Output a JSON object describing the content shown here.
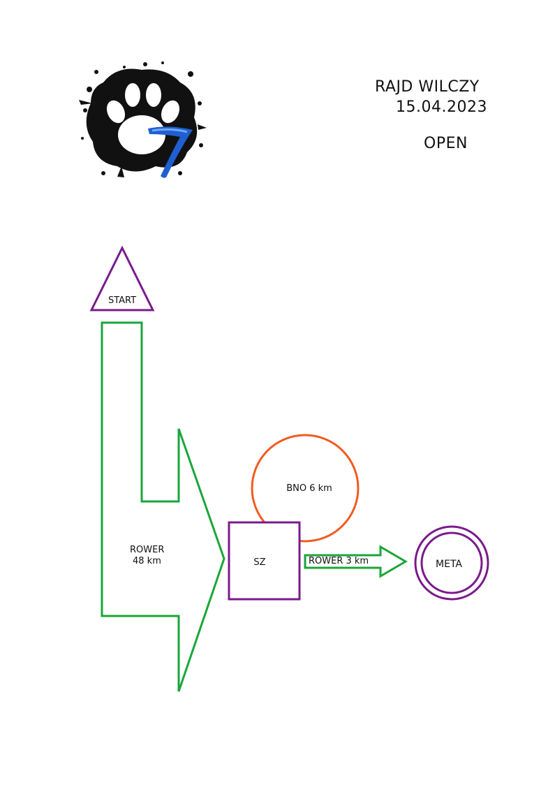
{
  "header": {
    "title": "RAJD WILCZY",
    "date": "15.04.2023",
    "category": "OPEN"
  },
  "logo": {
    "icon": "wolf-paw-logo-icon",
    "numeral": "7",
    "colors": {
      "splatter": "#111111",
      "accent": "#1f5fd0"
    }
  },
  "diagram": {
    "nodes": {
      "start": "START",
      "transition": "SZ",
      "loop": "BNO 6 km",
      "finish": "META"
    },
    "legs": {
      "bike1_line1": "ROWER",
      "bike1_line2": "48 km",
      "bike2": "ROWER 3 km"
    },
    "colors": {
      "node": "#7a1a8c",
      "bike": "#1aa63a",
      "loop": "#f25a1f"
    }
  }
}
